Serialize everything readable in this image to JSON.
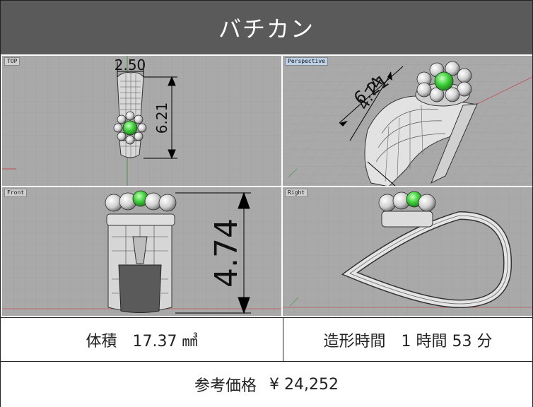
{
  "title": "バチカン",
  "viewports": {
    "top": {
      "label": "TOP",
      "dim_width": "2.50",
      "dim_height": "6.21"
    },
    "perspective": {
      "label": "Perspective",
      "dim_a": "4.74",
      "dim_b": "6.21"
    },
    "front": {
      "label": "Front",
      "dim_height": "4.74"
    },
    "right": {
      "label": "Right"
    }
  },
  "volume": {
    "label": "体積",
    "value": "17.37 ㎣"
  },
  "build_time": {
    "label": "造形時間",
    "value": "1 時間 53 分"
  },
  "price": {
    "label": "参考価格",
    "value": "¥ 24,252"
  },
  "colors": {
    "title_bg": "#5a5a5a",
    "viewport_bg": "#a9a9a9",
    "gem": "#3fd13a"
  }
}
